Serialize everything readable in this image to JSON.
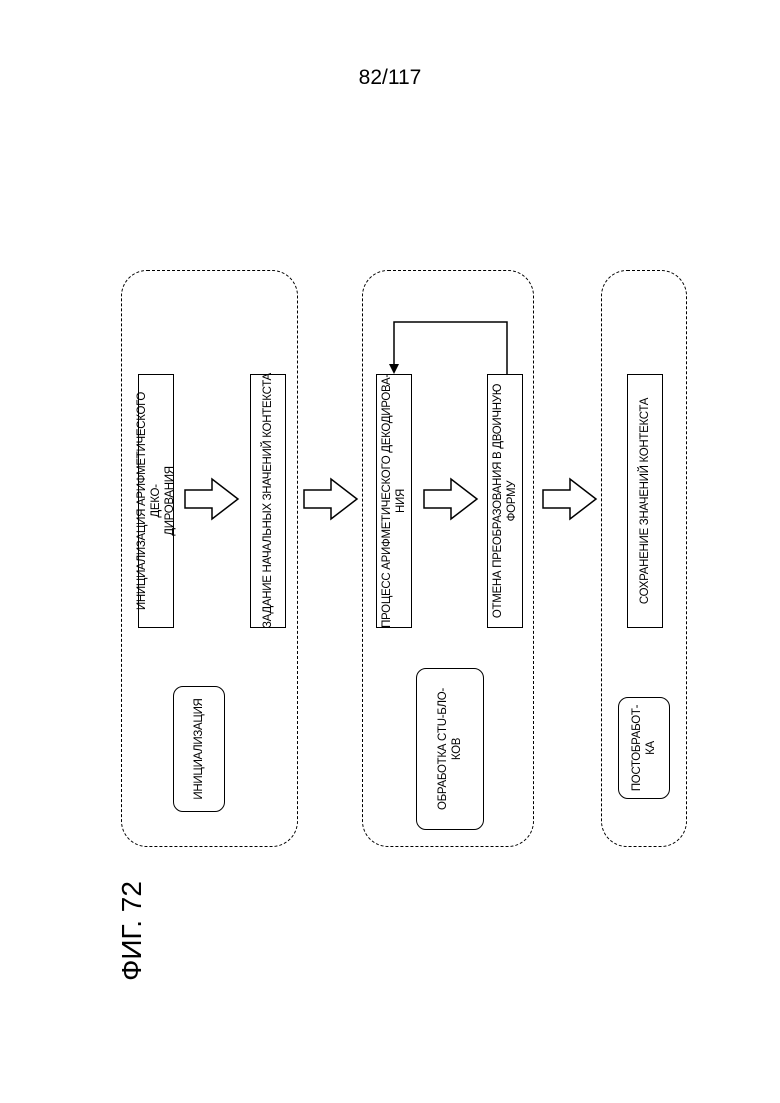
{
  "page_number": "82/117",
  "figure_label": "ФИГ. 72",
  "groups": {
    "init": {
      "label": "ИНИЦИАЛИЗАЦИЯ",
      "box1": "ИНИЦИАЛИЗАЦИЯ АРИФМЕТИЧЕСКОГО ДЕКО-\nДИРОВАНИЯ",
      "box2": "ЗАДАНИЕ НАЧАЛЬНЫХ ЗНАЧЕНИЙ КОНТЕКСТА"
    },
    "ctu": {
      "label": "ОБРАБОТКА CTU-БЛО-\nКОВ",
      "box1": "ПРОЦЕСС АРИФМЕТИЧЕСКОГО ДЕКОДИРОВА-\nНИЯ",
      "box2": "ОТМЕНА ПРЕОБРАЗОВАНИЯ В ДВОИЧНУЮ\nФОРМУ"
    },
    "post": {
      "label": "ПОСТОБРАБОТ-\nКА",
      "box1": "СОХРАНЕНИЕ ЗНАЧЕНИЙ КОНТЕКСТА"
    }
  }
}
